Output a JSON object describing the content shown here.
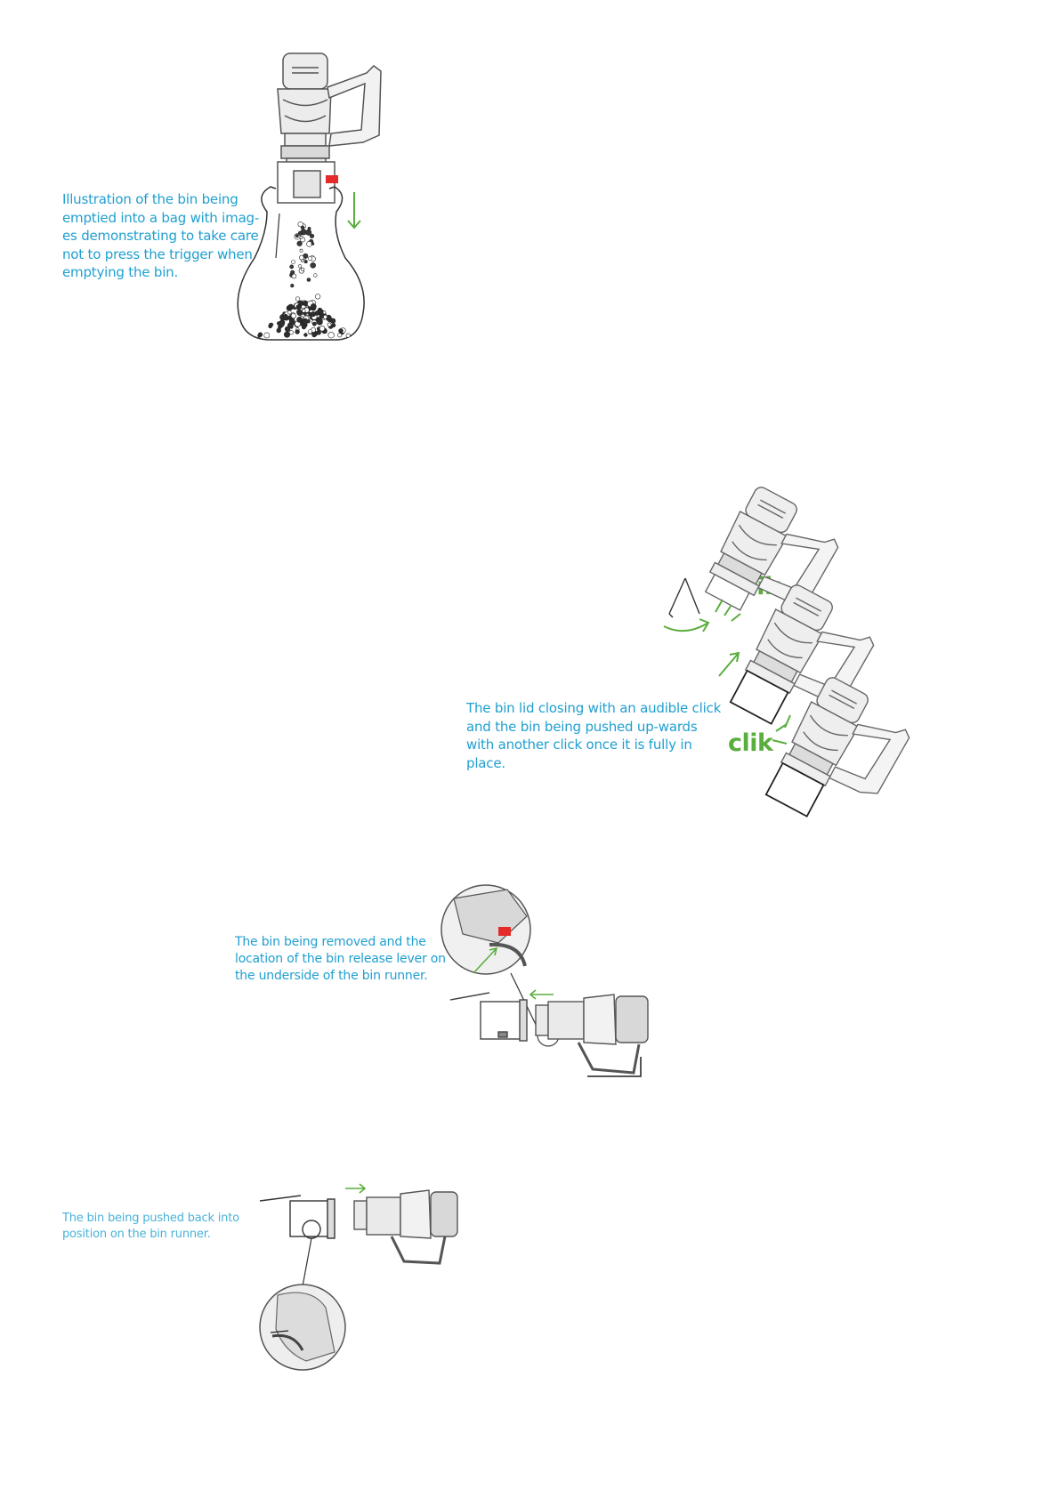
{
  "figures": [
    {
      "name": "bin-emptied-into-bag",
      "caption": "Illustration of the bin being emptied into a bag with imag-es demonstrating to take care not to press the trigger when emptying the bin."
    },
    {
      "name": "bin-lid-closing",
      "caption": "The bin lid closing with an audible click and the bin being pushed up-wards with another click once it is fully in place.",
      "sound_labels": [
        "clik",
        "clik"
      ]
    },
    {
      "name": "bin-being-removed",
      "caption": "The bin being removed and the location of the bin release lever on the underside of the bin runner."
    },
    {
      "name": "bin-pushed-back",
      "caption": "The bin being pushed back into position on the bin runner."
    }
  ],
  "colors": {
    "caption": "#1f9fd0",
    "arrow_green": "#5aae3e",
    "highlight_red": "#e52a2a",
    "line": "#333333"
  }
}
